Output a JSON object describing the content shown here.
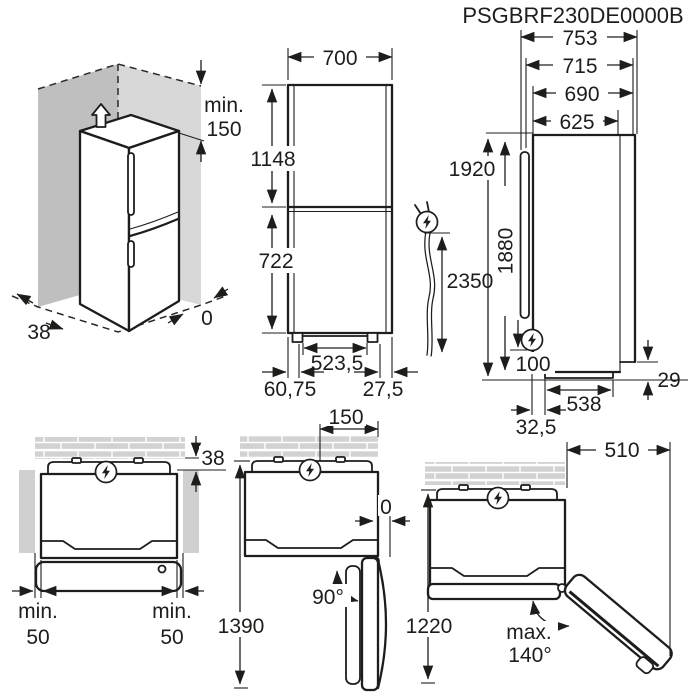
{
  "title": "PSGBRF230DE0000B",
  "corner_view": {
    "min_label": "min.",
    "min_value": "150",
    "left_gap": "38",
    "right_gap": "0"
  },
  "front_view": {
    "width": "700",
    "upper_height": "1148",
    "lower_height": "722",
    "feet_distance": "523,5",
    "left_offset": "60,75",
    "right_offset": "27,5"
  },
  "power_cord": {
    "length": "2350"
  },
  "side_view": {
    "depth_total": "753",
    "depth_with_handle": "715",
    "depth_without_handle": "690",
    "depth_body": "625",
    "height_total": "1920",
    "height_rear": "1880",
    "plug_height": "100",
    "plinth_depth": "538",
    "rear_gap": "29",
    "plug_offset": "32,5"
  },
  "top_view_wall": {
    "wall_gap": "38",
    "left_clearance_label": "min.",
    "left_clearance_value": "50",
    "right_clearance_label": "min.",
    "right_clearance_value": "50"
  },
  "top_view_90": {
    "wall_distance": "150",
    "side_clearance": "0",
    "door_angle": "90°",
    "total_depth": "1390"
  },
  "top_view_140": {
    "door_width": "510",
    "total_depth": "1220",
    "max_label": "max.",
    "max_angle": "140°"
  }
}
